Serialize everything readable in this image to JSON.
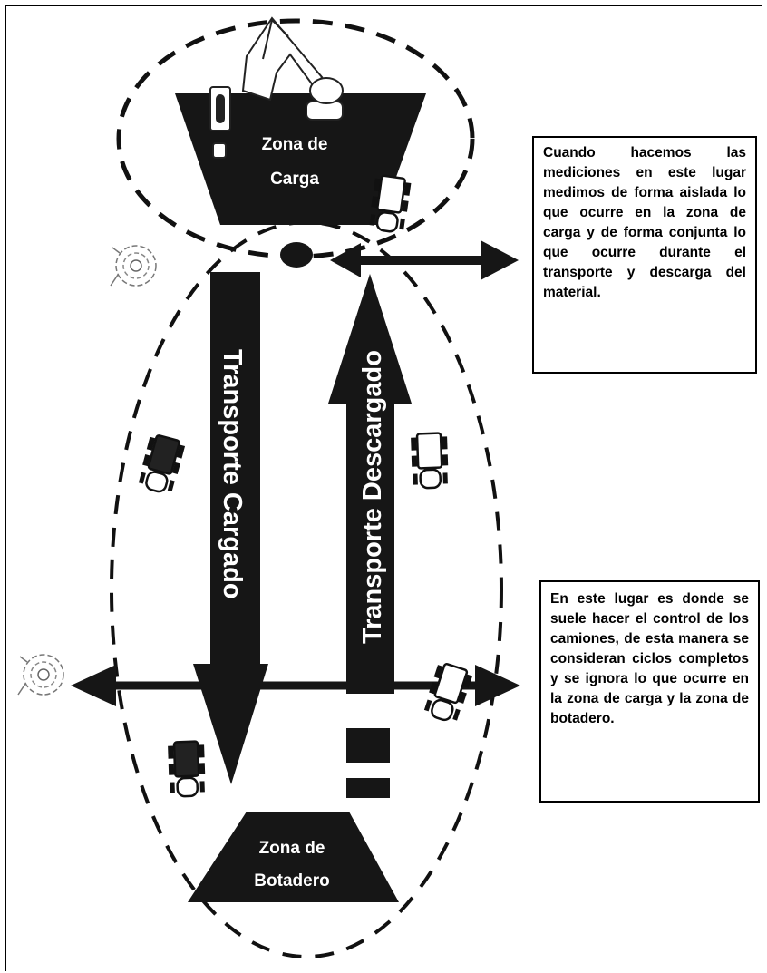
{
  "zones": {
    "loading": {
      "line1": "Zona de",
      "line2": "Carga"
    },
    "dump": {
      "line1": "Zona de",
      "line2": "Botadero"
    }
  },
  "arrows": {
    "loaded": "Transporte Cargado",
    "unloaded": "Transporte Descargado"
  },
  "notes": {
    "top": "Cuando hacemos las mediciones en este lugar medimos de forma aislada lo que ocurre en la zona de carga y de forma conjunta lo que ocurre durante el transporte y descarga del material.",
    "bottom": "En este lugar es donde se suele hacer el control de los camiones, de esta manera se consideran ciclos completos y se ignora lo que ocurre en la zona de carga y la zona de botadero."
  },
  "colors": {
    "dark": "#161616",
    "white": "#ffffff"
  }
}
